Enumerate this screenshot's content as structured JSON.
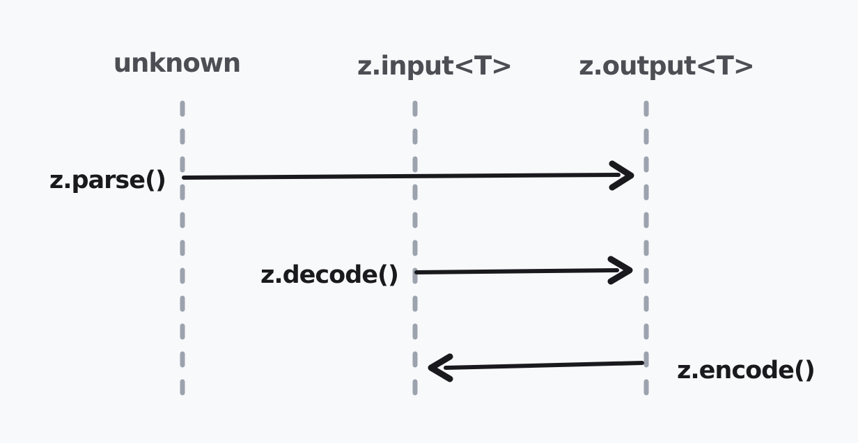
{
  "colors": {
    "background": "#f8f9fa",
    "lifeline": "#9ca3af",
    "lifeline_label": "#4d4d54",
    "message": "#1a1a1e"
  },
  "lifelines": [
    {
      "label": "unknown"
    },
    {
      "label": "z.input<T>"
    },
    {
      "label": "z.output<T>"
    }
  ],
  "messages": [
    {
      "label": "z.parse()",
      "from": "unknown",
      "to": "z.output<T>",
      "direction": "right"
    },
    {
      "label": "z.decode()",
      "from": "z.input<T>",
      "to": "z.output<T>",
      "direction": "right"
    },
    {
      "label": "z.encode()",
      "from": "z.output<T>",
      "to": "z.input<T>",
      "direction": "left"
    }
  ]
}
